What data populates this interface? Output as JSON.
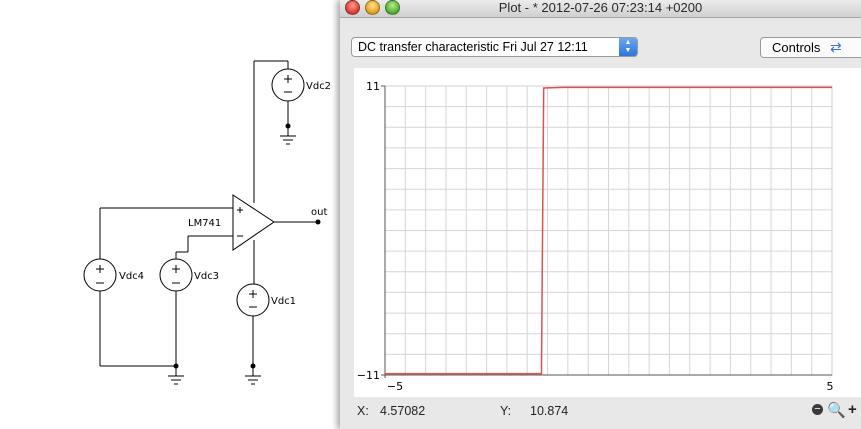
{
  "schematic": {
    "components": {
      "vdc2": "Vdc2",
      "vdc1": "Vdc1",
      "vdc3": "Vdc3",
      "vdc4": "Vdc4",
      "opamp": "LM741"
    },
    "net_out": "out"
  },
  "window": {
    "title": "Plot - * 2012-07-26 07:23:14 +0200"
  },
  "toolbar": {
    "analysis_selected": "DC transfer characteristic  Fri Jul 27 12:11",
    "controls_label": "Controls"
  },
  "chart_data": {
    "type": "line",
    "x": [
      -5,
      -1.5,
      -1.45,
      -1.0,
      5
    ],
    "series": [
      {
        "values": [
          -10.9,
          -10.9,
          10.85,
          10.9,
          10.9
        ],
        "color": "#d9534f"
      }
    ],
    "xlim": [
      -5,
      5
    ],
    "ylim": [
      -11,
      11
    ],
    "xticks": [
      "−5",
      "5"
    ],
    "yticks": [
      "11",
      "−11"
    ],
    "grid": true,
    "grid_divisions_x": 22,
    "grid_divisions_y": 14
  },
  "status": {
    "x_label": "X:",
    "x_value": "4.57082",
    "y_label": "Y:",
    "y_value": "10.874"
  },
  "icons": {
    "zoom_out": "−",
    "magnifier": "🔍",
    "zoom_in": "+"
  }
}
